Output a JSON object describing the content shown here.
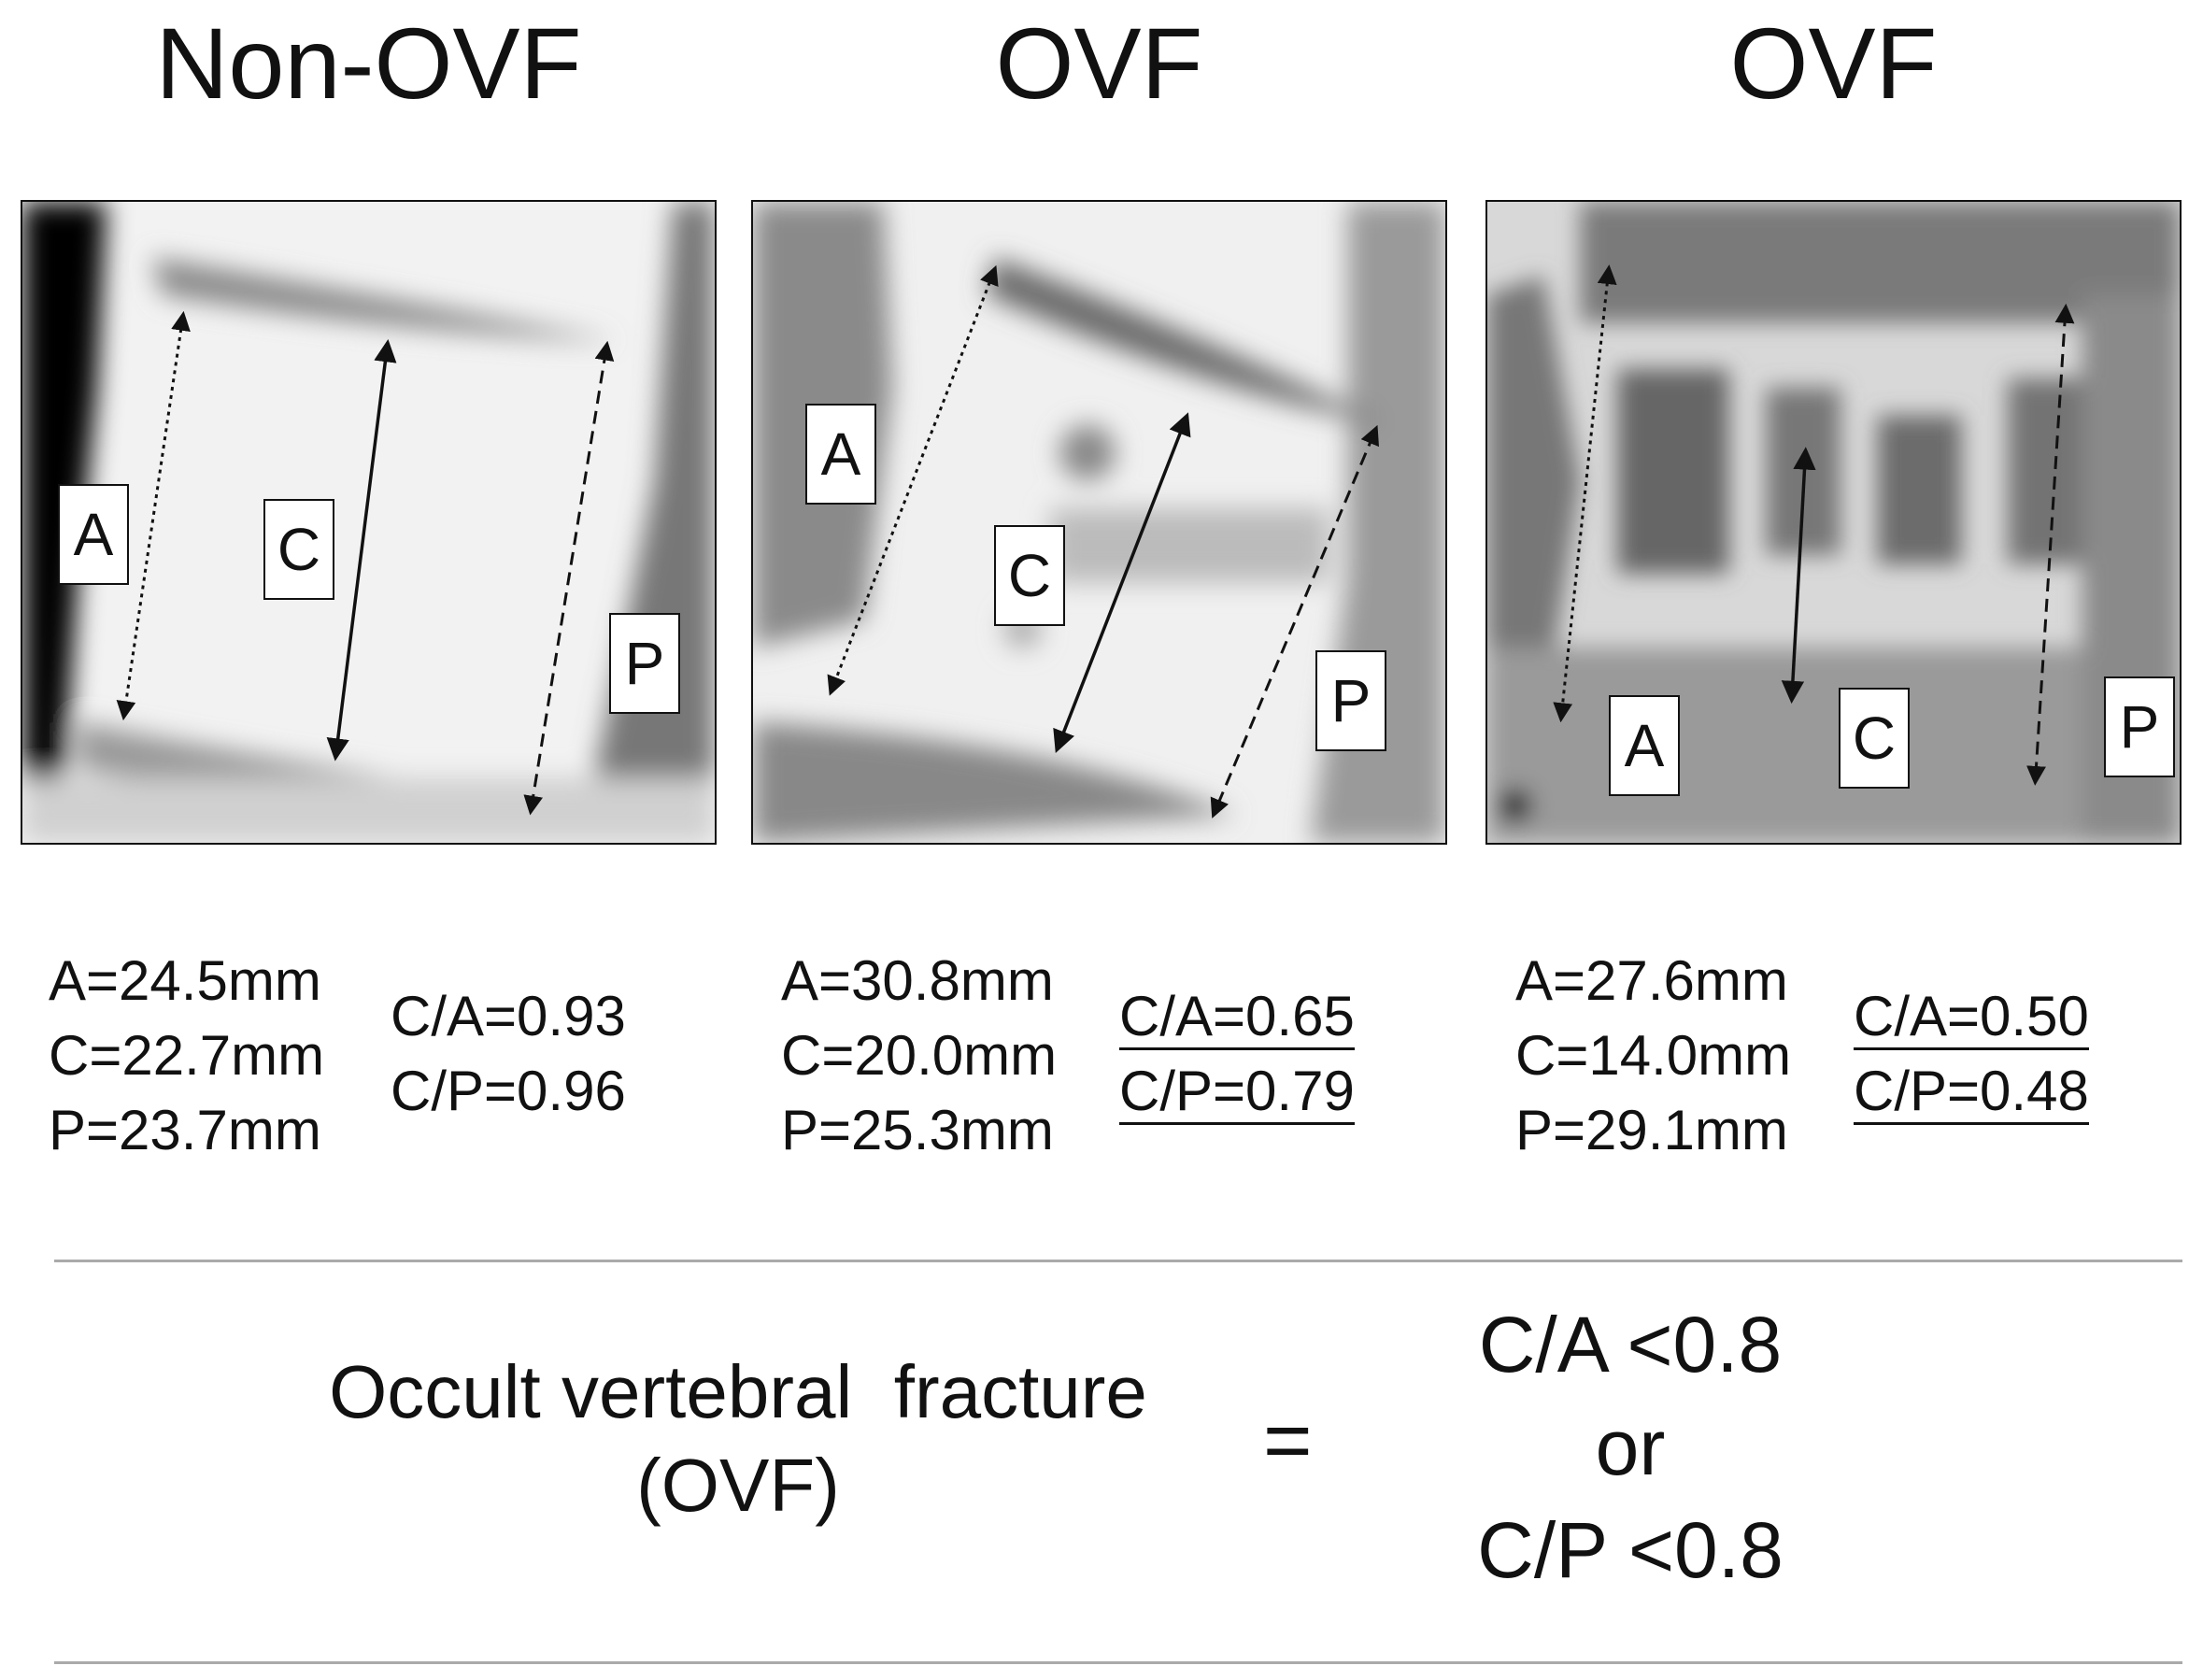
{
  "panels": [
    {
      "title": "Non-OVF",
      "labels": {
        "a": "A",
        "c": "C",
        "p": "P"
      },
      "measurements": {
        "a": "A=24.5mm",
        "c": "C=22.7mm",
        "p": "P=23.7mm"
      },
      "ratios": {
        "ca": "C/A=0.93",
        "cp": "C/P=0.96"
      }
    },
    {
      "title": "OVF",
      "labels": {
        "a": "A",
        "c": "C",
        "p": "P"
      },
      "measurements": {
        "a": "A=30.8mm",
        "c": "C=20.0mm",
        "p": "P=25.3mm"
      },
      "ratios": {
        "ca": "C/A=0.65",
        "cp": "C/P=0.79"
      }
    },
    {
      "title": "OVF",
      "labels": {
        "a": "A",
        "c": "C",
        "p": "P"
      },
      "measurements": {
        "a": "A=27.6mm",
        "c": "C=14.0mm",
        "p": "P=29.1mm"
      },
      "ratios": {
        "ca": "C/A=0.50",
        "cp": "C/P=0.48"
      }
    }
  ],
  "definition": {
    "term_line1": "Occult vertebral  fracture",
    "term_line2": "(OVF)",
    "equals": "=",
    "cond1": "C/A <0.8",
    "or": "or",
    "cond2": "C/P <0.8"
  }
}
